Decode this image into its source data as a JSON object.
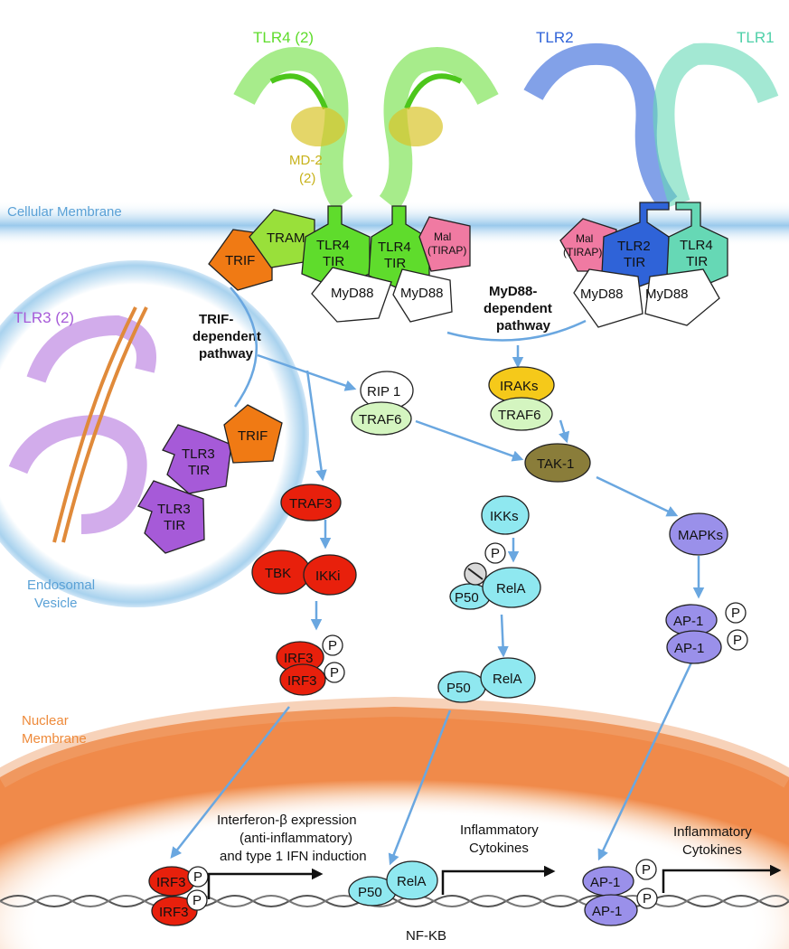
{
  "colors": {
    "membrane": "#8ec3ea",
    "nuclear": "#f2a06a",
    "tlr4": "#5fdc2c",
    "md2": "#d9c52a",
    "tlr2": "#2f63d8",
    "tlr1": "#66d8b5",
    "tlr3": "#a65ad8",
    "trif": "#f07a14",
    "tram": "#99e03a",
    "mal": "#f07aa2",
    "irf3": "#e8200c",
    "cyan": "#8fe8f0",
    "irak": "#f5c91a",
    "traf6": "#d4f5c0",
    "tak1": "#8a7d3a",
    "purple": "#9a90ea",
    "arrow": "#6aa7e0"
  },
  "proteins": {
    "tlr4_dimer": "TLR4 (2)",
    "md2": [
      "MD-2",
      "(2)"
    ],
    "tlr2": "TLR2",
    "tlr1": "TLR1",
    "tlr3_dimer": "TLR3 (2)"
  },
  "regions": {
    "cellular_membrane": "Cellular Membrane",
    "endosomal_vesicle": [
      "Endosomal",
      "Vesicle"
    ],
    "nuclear_membrane": [
      "Nuclear",
      "Membrane"
    ]
  },
  "membrane_adaptors": {
    "trif": "TRIF",
    "tram": "TRAM",
    "tlr4_tir_a": [
      "TLR4",
      "TIR"
    ],
    "tlr4_tir_b": [
      "TLR4",
      "TIR"
    ],
    "mal_left": [
      "Mal",
      "(TIRAP)"
    ],
    "mal_right": [
      "Mal",
      "(TIRAP)"
    ],
    "tlr2_tir": [
      "TLR2",
      "TIR"
    ],
    "tlr4_tir_c": [
      "TLR4",
      "TIR"
    ],
    "myd88": [
      "MyD88",
      "MyD88",
      "MyD88",
      "MyD88"
    ]
  },
  "pathways": {
    "trif": [
      "TRIF-",
      "dependent",
      "pathway"
    ],
    "myd88": [
      "MyD88-",
      "dependent",
      "pathway"
    ]
  },
  "endosome": {
    "tlr3_tir_a": [
      "TLR3",
      "TIR"
    ],
    "trif": "TRIF",
    "tlr3_tir_b": [
      "TLR3",
      "TIR"
    ]
  },
  "cytoplasm": {
    "rip1": "RIP 1",
    "traf6_left": "TRAF6",
    "irak": "IRAKs",
    "traf6_right": "TRAF6",
    "tak1": "TAK-1",
    "traf3": "TRAF3",
    "tbk": "TBK",
    "ikki": "IKKi",
    "irf3_top": "IRF3",
    "irf3_bottom": "IRF3",
    "phospho": "P",
    "ikks": "IKKs",
    "p50": "P50",
    "rela": "RelA",
    "p50_free": "P50",
    "rela_free": "RelA",
    "mapks": "MAPKs",
    "ap1_top": "AP-1",
    "ap1_bottom": "AP-1"
  },
  "nucleus": {
    "irf3_top": "IRF3",
    "irf3_bottom": "IRF3",
    "p50": "P50",
    "rela": "RelA",
    "ap1_top": "AP-1",
    "ap1_bottom": "AP-1",
    "interferon": [
      "Interferon-β expression",
      "(anti-inflammatory)",
      "and type 1 IFN induction"
    ],
    "inflammatory_a": [
      "Inflammatory",
      "Cytokines"
    ],
    "inflammatory_b": [
      "Inflammatory",
      "Cytokines"
    ],
    "nfkb": "NF-KB"
  }
}
